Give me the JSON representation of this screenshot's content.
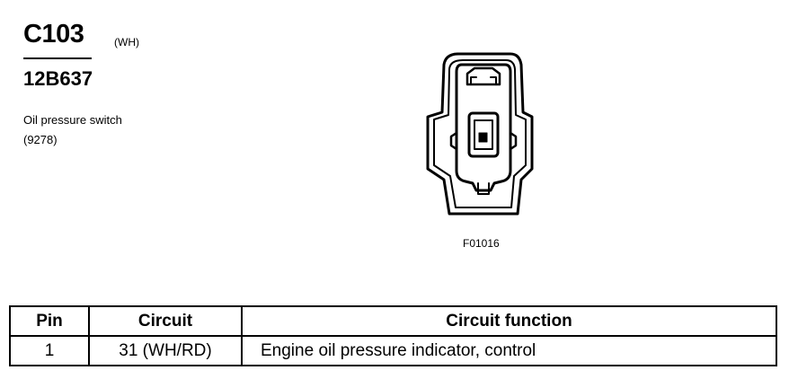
{
  "header": {
    "connector_id": "C103",
    "color_code": "(WH)",
    "part_number": "12B637",
    "component_name": "Oil pressure switch",
    "component_number": "(9278)"
  },
  "figure": {
    "figure_id": "F01016"
  },
  "pin_table": {
    "columns": [
      "Pin",
      "Circuit",
      "Circuit function"
    ],
    "rows": [
      {
        "pin": "1",
        "circuit": "31 (WH/RD)",
        "function": "Engine oil pressure indicator, control"
      }
    ]
  }
}
